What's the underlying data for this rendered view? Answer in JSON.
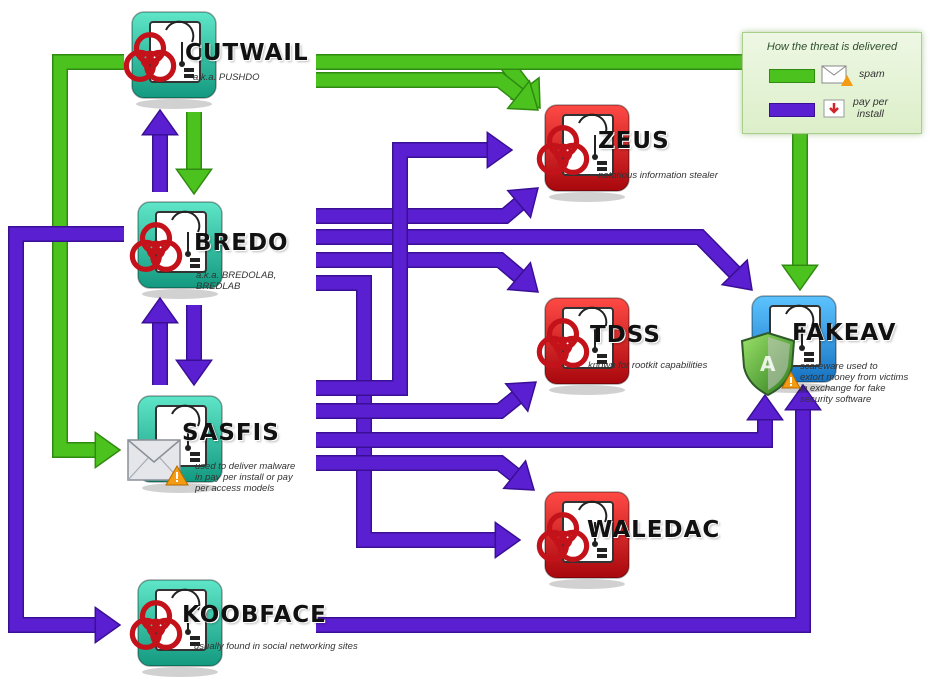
{
  "colors": {
    "spam": "#4cc21f",
    "spam_dark": "#2f8a10",
    "pay_per_install": "#5a1fd0",
    "pay_per_install_dark": "#3a0f96",
    "teal_box": "#2cc9a8",
    "red_box": "#e0141b",
    "blue_box": "#2a9be8",
    "biohazard": "#c4121a"
  },
  "nodes": {
    "cutwail": {
      "name": "CUTWAIL",
      "desc": [
        "a.k.a. PUSHDO"
      ]
    },
    "bredo": {
      "name": "BREDO",
      "desc": [
        "a.k.a. BREDOLAB,",
        "BREDLAB"
      ]
    },
    "sasfis": {
      "name": "SASFIS",
      "desc": [
        "used to deliver malware",
        "in pay per install or pay",
        "per access models"
      ]
    },
    "koobface": {
      "name": "KOOBFACE",
      "desc": [
        "usually found in social networking sites"
      ]
    },
    "zeus": {
      "name": "ZEUS",
      "desc": [
        "notorious information stealer"
      ]
    },
    "tdss": {
      "name": "TDSS",
      "desc": [
        "known for rootkit capabilities"
      ]
    },
    "waledac": {
      "name": "WALEDAC",
      "desc": []
    },
    "fakeav": {
      "name": "FAKEAV",
      "desc": [
        "scareware used to",
        "extort money from victims",
        "in exchange for fake",
        "security software"
      ]
    }
  },
  "legend": {
    "title": "How the threat is delivered",
    "spam_label": "spam",
    "ppi_label_1": "pay per",
    "ppi_label_2": "install",
    "icons": [
      "envelope-icon",
      "warning-icon",
      "download-icon"
    ]
  }
}
